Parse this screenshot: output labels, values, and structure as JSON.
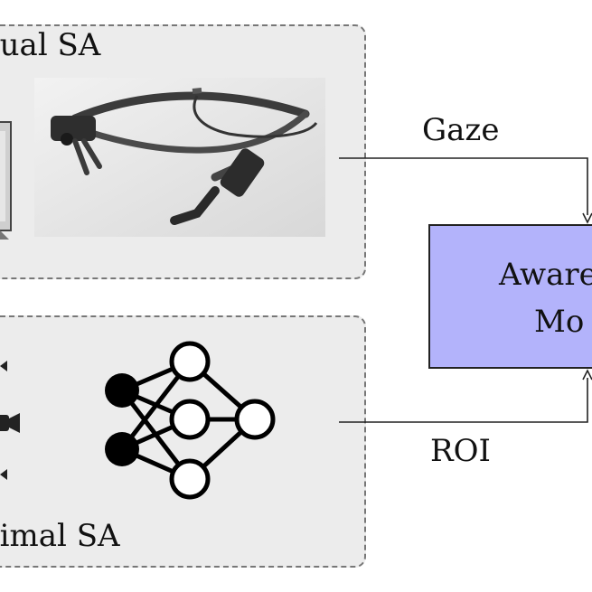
{
  "panels": {
    "actual_label": "tual SA",
    "optimal_label": "timal SA"
  },
  "arrows": {
    "gaze_label": "Gaze",
    "roi_label": "ROI"
  },
  "model": {
    "line1": "Aware",
    "line2": "Mo"
  },
  "colors": {
    "model_fill": "#b3b3fb",
    "panel_fill": "#ececec",
    "panel_border": "#777777"
  },
  "icons": [
    "monitor-icon",
    "eye-tracking-glasses-photo",
    "sensor-icons",
    "neural-network-icon"
  ]
}
